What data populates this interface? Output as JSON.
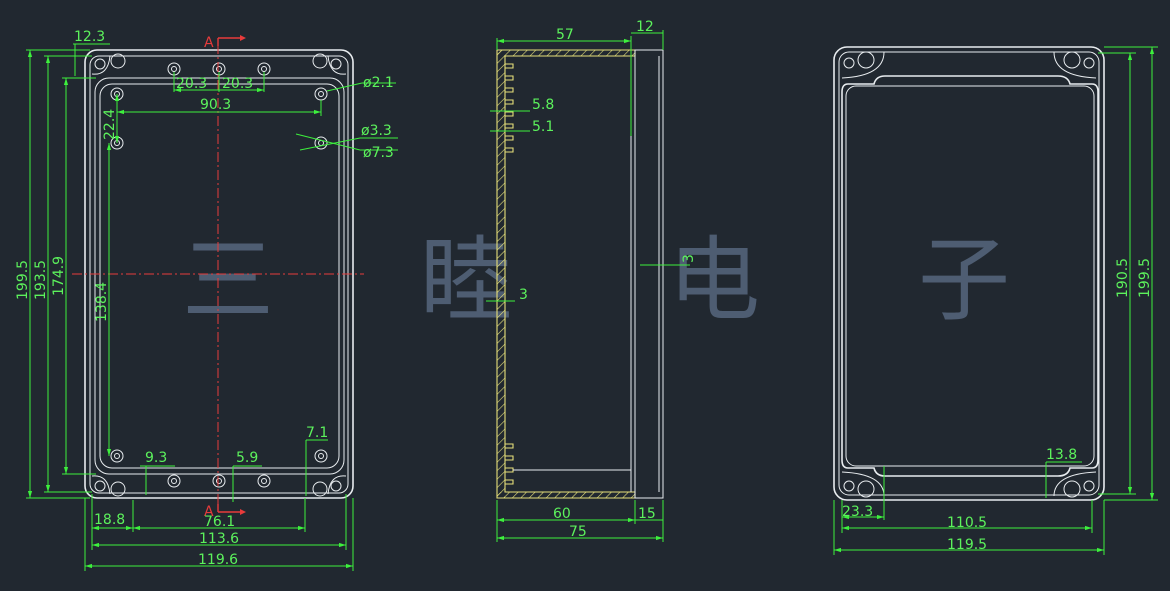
{
  "watermark": {
    "c1": "三",
    "c2": "睦",
    "c3": "电",
    "c4": "子"
  },
  "section_marks": {
    "top": "A",
    "bottom": "A"
  },
  "left_view": {
    "d_12_3": "12.3",
    "d_20_3a": "20.3",
    "d_20_3b": "20.3",
    "d_90_3": "90.3",
    "d_22_4": "22.4",
    "d_phi2_1": "ø2.1",
    "d_phi3_3": "ø3.3",
    "d_phi7_3": "ø7.3",
    "d_199_5": "199.5",
    "d_193_5": "193.5",
    "d_174_9": "174.9",
    "d_138_4": "138.4",
    "d_9_3": "9.3",
    "d_5_9": "5.9",
    "d_7_1": "7.1",
    "d_18_8": "18.8",
    "d_76_1": "76.1",
    "d_113_6": "113.6",
    "d_119_6": "119.6"
  },
  "middle_view": {
    "d_57": "57",
    "d_12": "12",
    "d_5_8": "5.8",
    "d_5_1": "5.1",
    "d_3a": "3",
    "d_3b": "3",
    "d_60": "60",
    "d_15": "15",
    "d_75": "75"
  },
  "right_view": {
    "d_190_5": "190.5",
    "d_199_5": "199.5",
    "d_13_8": "13.8",
    "d_23_3": "23.3",
    "d_110_5": "110.5",
    "d_119_5": "119.5"
  }
}
